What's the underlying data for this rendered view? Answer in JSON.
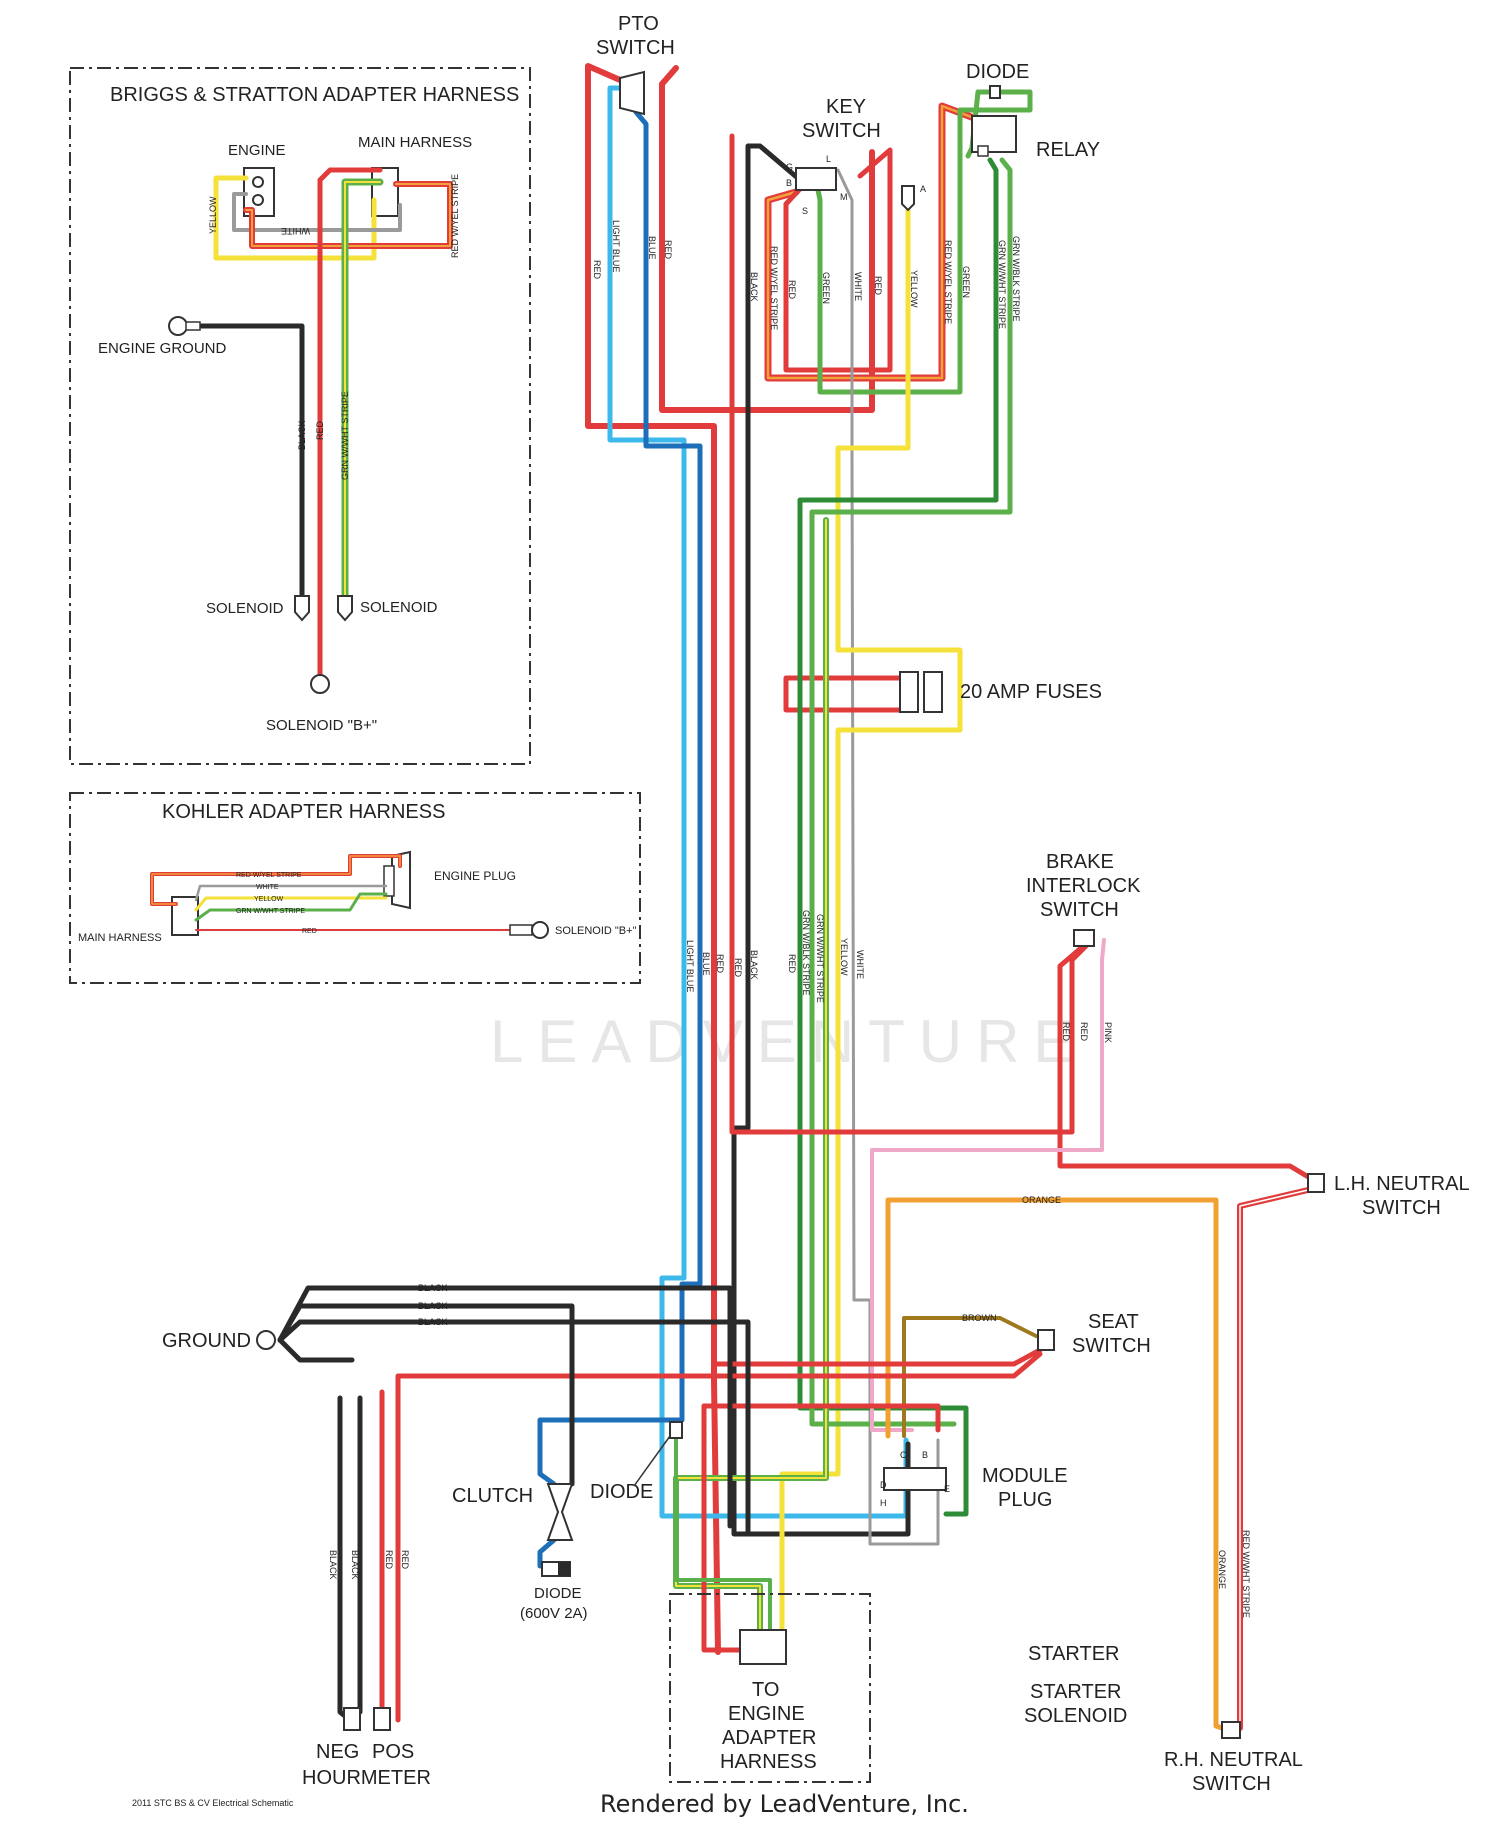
{
  "title_left": "2011 STC BS & CV Electrical Schematic",
  "rendered_by": "Rendered by LeadVenture, Inc.",
  "watermark": "LEADVENTURE",
  "briggs": {
    "title": "BRIGGS & STRATTON ADAPTER HARNESS",
    "engine": "ENGINE",
    "main_harness": "MAIN HARNESS",
    "engine_ground": "ENGINE GROUND",
    "solenoid_a": "SOLENOID",
    "solenoid_b": "SOLENOID",
    "solenoid_bplus": "SOLENOID \"B+\"",
    "w_yellow": "YELLOW",
    "w_white": "WHITE",
    "w_red_wyel": "RED W/YEL STRIPE",
    "w_black": "BLACK",
    "w_red": "RED",
    "w_grn_wht": "GRN W/WHT STRIPE"
  },
  "kohler": {
    "title": "KOHLER ADAPTER HARNESS",
    "engine_plug": "ENGINE PLUG",
    "main_harness": "MAIN HARNESS",
    "solenoid_bplus": "SOLENOID \"B+\"",
    "w1": "RED W/YEL STRIPE",
    "w2": "WHITE",
    "w3": "YELLOW",
    "w4": "GRN W/WHT STRIPE",
    "w5": "RED"
  },
  "components": {
    "pto_switch": [
      "PTO",
      "SWITCH"
    ],
    "key_switch": [
      "KEY",
      "SWITCH"
    ],
    "key_pins": [
      "G",
      "B",
      "L",
      "M",
      "A",
      "S"
    ],
    "diode_top": "DIODE",
    "relay": "RELAY",
    "fuses": "20 AMP FUSES",
    "brake": [
      "BRAKE",
      "INTERLOCK",
      "SWITCH"
    ],
    "lh_neutral": [
      "L.H. NEUTRAL",
      "SWITCH"
    ],
    "seat_switch": [
      "SEAT",
      "SWITCH"
    ],
    "module_plug": [
      "MODULE",
      "PLUG"
    ],
    "module_pins": [
      "B",
      "C",
      "D",
      "H",
      "E"
    ],
    "ground": "GROUND",
    "clutch": "CLUTCH",
    "diode_mid": "DIODE",
    "diode_bottom": [
      "DIODE",
      "(600V 2A)"
    ],
    "engine_adapter": [
      "TO",
      "ENGINE",
      "ADAPTER",
      "HARNESS"
    ],
    "starter": "STARTER",
    "starter_solenoid": [
      "STARTER",
      "SOLENOID"
    ],
    "rh_neutral": [
      "R.H. NEUTRAL",
      "SWITCH"
    ],
    "hourmeter": [
      "NEG",
      "POS",
      "HOURMETER"
    ]
  },
  "wire_labels": {
    "red": "RED",
    "light_blue": "LIGHT BLUE",
    "blue": "BLUE",
    "black": "BLACK",
    "red_wyel": "RED W/YEL STRIPE",
    "green": "GREEN",
    "white": "WHITE",
    "yellow": "YELLOW",
    "grn_blk": "GRN W/BLK STRIPE",
    "grn_wht": "GRN W/WHT STRIPE",
    "pink": "PINK",
    "orange": "ORANGE",
    "brown": "BROWN",
    "red_wht": "RED W/WHT STRIPE"
  },
  "colors": {
    "red": "#e23b3b",
    "yellow": "#f4e13a",
    "green": "#5bb04a",
    "dark_green": "#2f8c36",
    "light_blue": "#3db8ea",
    "blue": "#1c6fb8",
    "black": "#2a2a2a",
    "white_wire": "#9a9a9a",
    "orange": "#f0a030",
    "pink": "#f0a8c8",
    "brown": "#a0781e",
    "red_wyel_outer": "#e23b3b",
    "red_wyel_inner": "#f3a23a"
  }
}
